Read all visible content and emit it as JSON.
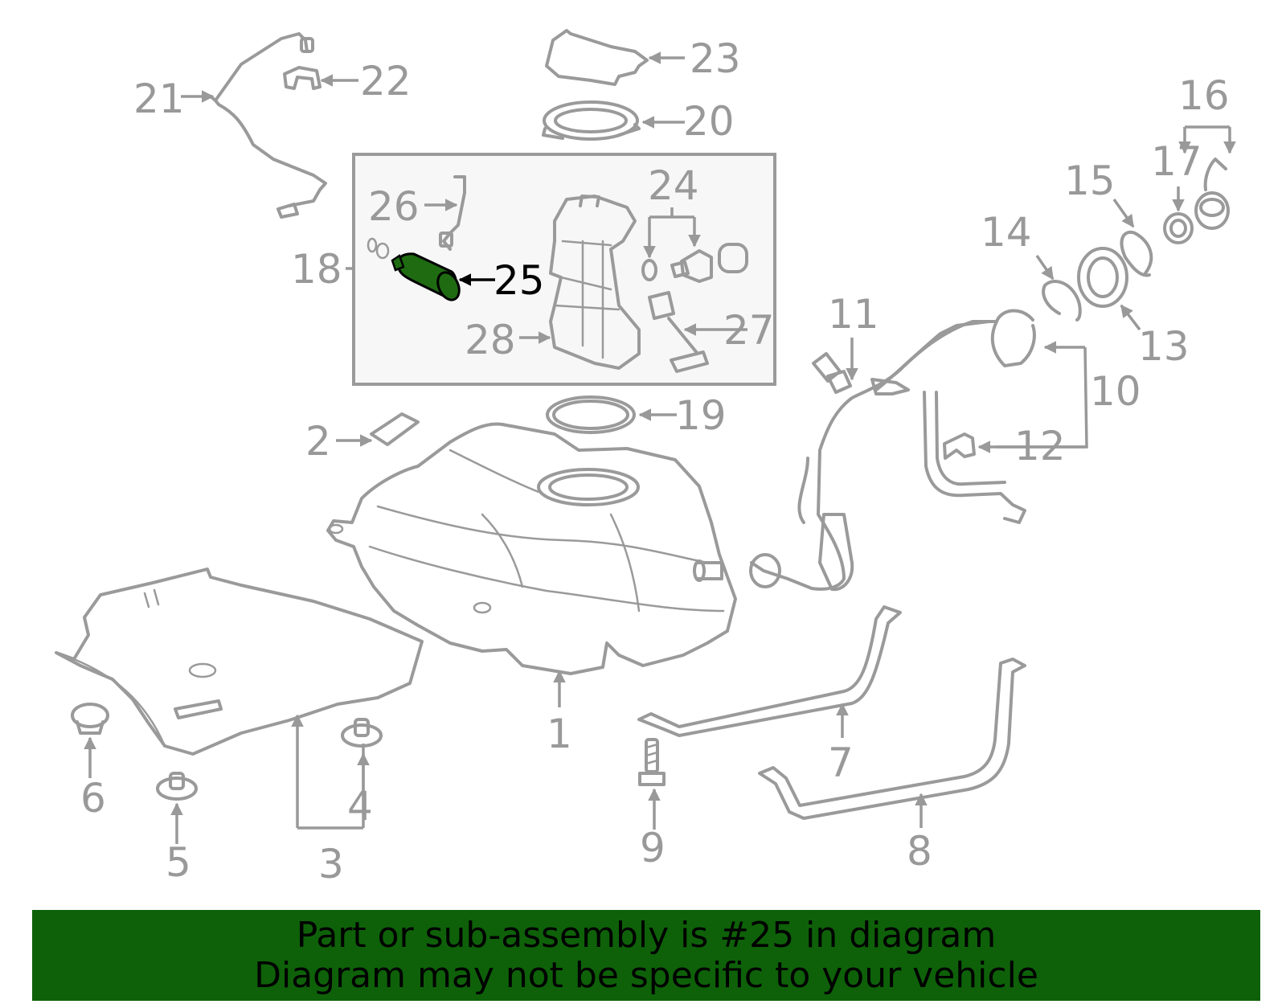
{
  "colors": {
    "part_stroke": "#9a9a9a",
    "label": "#999999",
    "highlight_fill": "#1f6b12",
    "highlight_label": "#000000",
    "banner_bg": "#0e6109",
    "box_bg": "#f7f7f7"
  },
  "highlighted_part": "25",
  "labels": {
    "l1": "1",
    "l2": "2",
    "l3": "3",
    "l4": "4",
    "l5": "5",
    "l6": "6",
    "l7": "7",
    "l8": "8",
    "l9": "9",
    "l10": "10",
    "l11": "11",
    "l12": "12",
    "l13": "13",
    "l14": "14",
    "l15": "15",
    "l16": "16",
    "l17": "17",
    "l18": "18",
    "l19": "19",
    "l20": "20",
    "l21": "21",
    "l22": "22",
    "l23": "23",
    "l24": "24",
    "l25": "25",
    "l26": "26",
    "l27": "27",
    "l28": "28"
  },
  "banner": {
    "line1": "Part or sub-assembly is #25 in diagram",
    "line2": "Diagram may not be specific to your vehicle"
  }
}
